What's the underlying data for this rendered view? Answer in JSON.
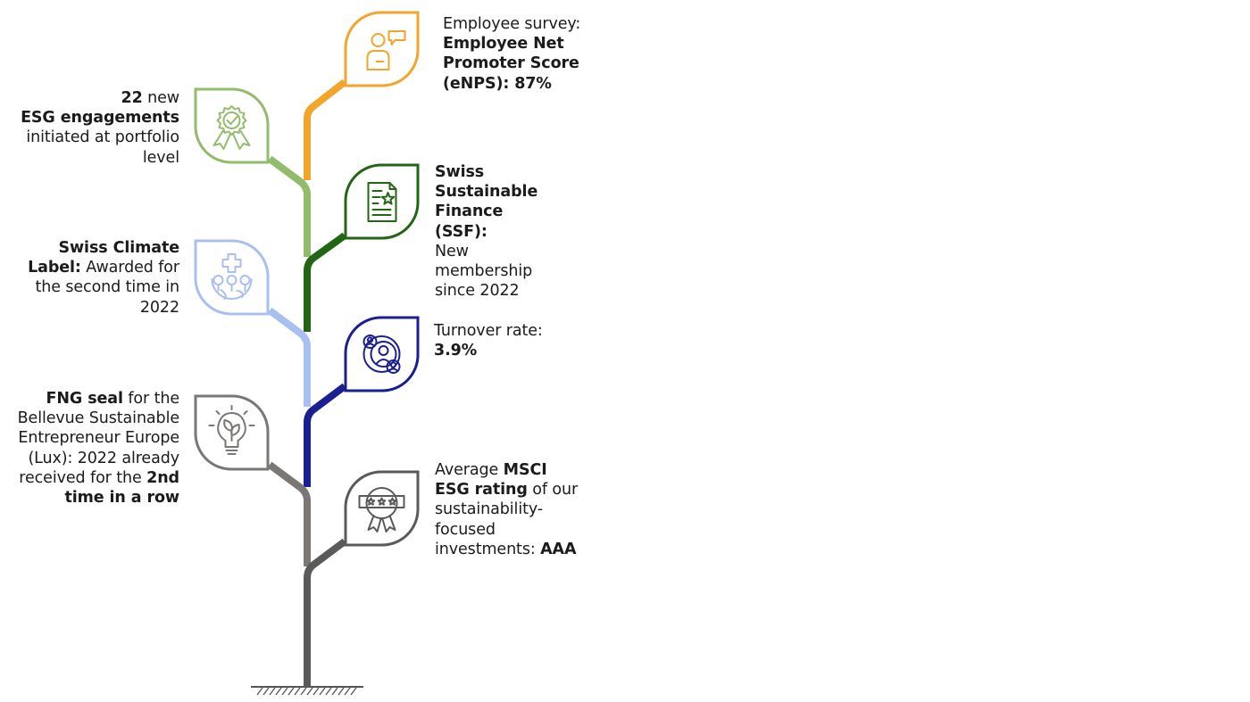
{
  "colors": {
    "orange": "#f2a52b",
    "light_green": "#93bb6c",
    "dark_green": "#226615",
    "light_blue": "#a8bff0",
    "navy": "#1a1f92",
    "mid_gray": "#7a7775",
    "dark_gray": "#5a5a5a",
    "text": "#1b1b1b"
  },
  "leaves": [
    {
      "side": "right",
      "color": "orange",
      "icon": "person-chat-icon",
      "parts": [
        {
          "t": "Employee survey:",
          "b": false
        },
        {
          "t": "Employee Net Promoter Score (eNPS): 87%",
          "b": true
        }
      ]
    },
    {
      "side": "left",
      "color": "light_green",
      "icon": "award-ribbon-icon",
      "parts": [
        {
          "t": "22",
          "b": true
        },
        {
          "t": " new",
          "b": false
        },
        {
          "t": "ESG engagements",
          "b": true
        },
        {
          "t": "initiated at portfolio level",
          "b": false
        }
      ]
    },
    {
      "side": "right",
      "color": "dark_green",
      "icon": "document-star-icon",
      "parts": [
        {
          "t": "Swiss Sustainable Finance (SSF):",
          "b": true
        },
        {
          "t": "New membership since 2022",
          "b": false
        }
      ]
    },
    {
      "side": "left",
      "color": "light_blue",
      "icon": "earth-trees-cross-icon",
      "parts": [
        {
          "t": "Swiss Climate Label:",
          "b": true
        },
        {
          "t": " Awarded for the second time in 2022",
          "b": false
        }
      ]
    },
    {
      "side": "right",
      "color": "navy",
      "icon": "people-rotation-icon",
      "parts": [
        {
          "t": "Turnover rate:",
          "b": false
        },
        {
          "t": "3.9%",
          "b": true
        }
      ]
    },
    {
      "side": "left",
      "color": "mid_gray",
      "icon": "lightbulb-leaf-icon",
      "parts": [
        {
          "t": "FNG seal",
          "b": true
        },
        {
          "t": " for the Bellevue Sustainable Entrepreneur Europe (Lux): 2022 already received for the ",
          "b": false
        },
        {
          "t": "2nd time in a row",
          "b": true
        }
      ]
    },
    {
      "side": "right",
      "color": "dark_gray",
      "icon": "rating-badge-icon",
      "parts": [
        {
          "t": "Average ",
          "b": false
        },
        {
          "t": "MSCI ESG rating",
          "b": true
        },
        {
          "t": " of our sustainability-focused investments: ",
          "b": false
        },
        {
          "t": "AAA",
          "b": true
        }
      ]
    }
  ]
}
